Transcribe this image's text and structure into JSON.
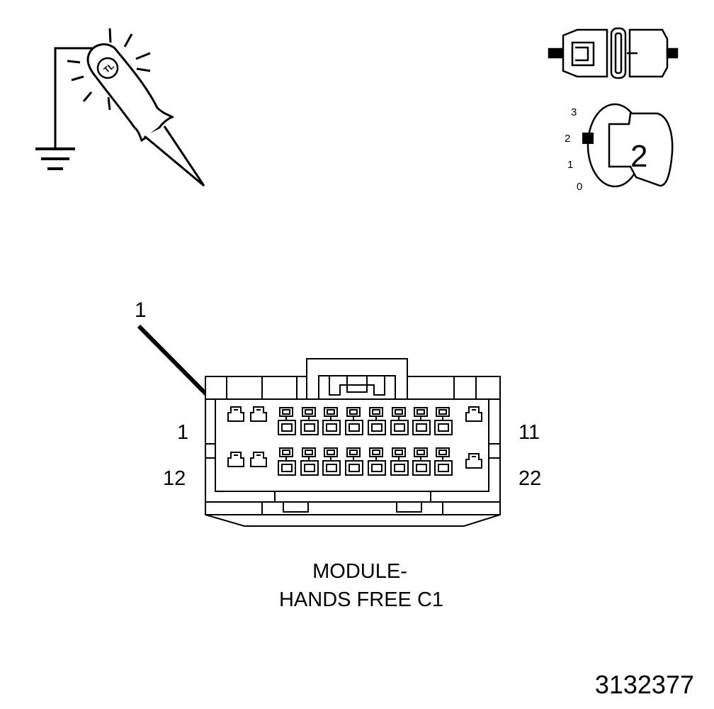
{
  "callout": {
    "number": "1"
  },
  "pin_labels": {
    "top_left": "1",
    "top_right": "11",
    "bottom_left": "12",
    "bottom_right": "22"
  },
  "connector_caption": {
    "line1": "MODULE-",
    "line2": "HANDS FREE C1"
  },
  "ignition_key": {
    "positions": [
      "3",
      "2",
      "1",
      "0"
    ],
    "key_number": "2"
  },
  "figure_id": "3132377",
  "test_light": {
    "logo_text": "TL"
  },
  "icons": [
    "ground-probe-test-light-icon",
    "disconnected-connector-icon",
    "ignition-key-position-icon",
    "connector-face-view"
  ]
}
